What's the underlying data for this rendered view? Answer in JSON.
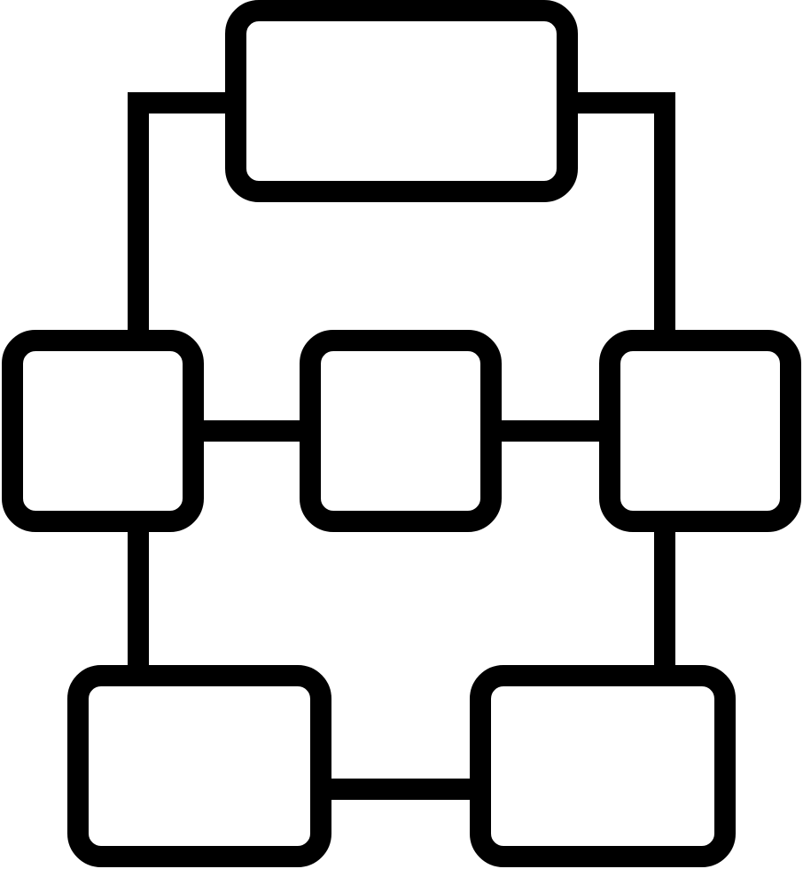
{
  "icon": {
    "name": "hierarchy-structure-icon",
    "style": "outline",
    "stroke_color": "#000000",
    "background_color": "#ffffff"
  },
  "nodes": [
    {
      "id": "top",
      "shape": "rounded-rectangle"
    },
    {
      "id": "middle-left",
      "shape": "rounded-square"
    },
    {
      "id": "middle-center",
      "shape": "rounded-square"
    },
    {
      "id": "middle-right",
      "shape": "rounded-square"
    },
    {
      "id": "bottom-left",
      "shape": "rounded-rectangle"
    },
    {
      "id": "bottom-right",
      "shape": "rounded-rectangle"
    }
  ],
  "edges": [
    {
      "from": "top",
      "to": "middle-left"
    },
    {
      "from": "top",
      "to": "middle-right"
    },
    {
      "from": "middle-left",
      "to": "middle-center"
    },
    {
      "from": "middle-center",
      "to": "middle-right"
    },
    {
      "from": "middle-left",
      "to": "bottom-left"
    },
    {
      "from": "middle-right",
      "to": "bottom-right"
    },
    {
      "from": "bottom-left",
      "to": "bottom-right"
    }
  ]
}
